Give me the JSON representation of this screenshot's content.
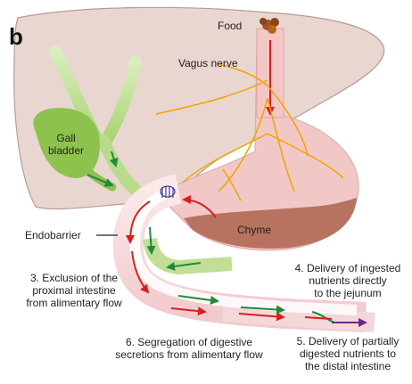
{
  "panel_letter": "b",
  "labels": {
    "food": "Food",
    "vagus_nerve": "Vagus nerve",
    "gall_bladder": [
      "Gall",
      "bladder"
    ],
    "endobarrier": "Endobarrier",
    "chyme": "Chyme",
    "step3": [
      "3. Exclusion of the",
      "proximal intestine",
      "from alimentary flow"
    ],
    "step4": [
      "4. Delivery of ingested",
      "nutrients directly",
      "to the jejunum"
    ],
    "step5": [
      "5. Delivery of partially",
      "digested nutrients to",
      "the distal intestine"
    ],
    "step6": [
      "6. Segregation of digestive",
      "secretions from alimentary flow"
    ]
  },
  "colors": {
    "liver": "#e9d6d0",
    "liver_outline": "#b89c95",
    "gallbladder": "#8dc24e",
    "bile": "#b9dc8a",
    "stomach": "#f2c8c6",
    "chyme": "#b7735f",
    "intestine": "#f4d7d9",
    "nerve": "#f0a500",
    "red_arrow": "#d62020",
    "green_arrow": "#1f8a3a",
    "purple_arrow": "#6b2a8c",
    "food": "#a0522d"
  }
}
